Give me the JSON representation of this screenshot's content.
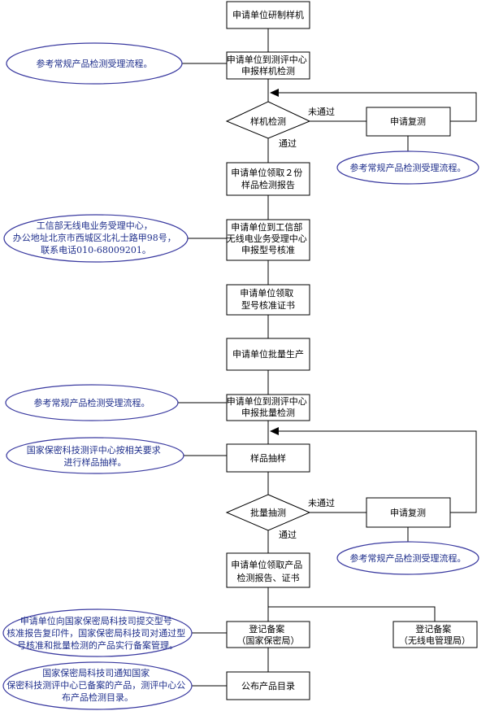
{
  "colors": {
    "box_stroke": "#000000",
    "box_fill": "#ffffff",
    "ellipse_stroke": "#3a3aa0",
    "note_text": "#1f2f8c",
    "connector": "#000000"
  },
  "boxes": {
    "develop_sample": [
      "申请单位研制样机"
    ],
    "apply_sample_test": [
      "申请单位到测评中心",
      "申报样机检测"
    ],
    "sample_test": [
      "样机检测"
    ],
    "retest_1": [
      "申请复测"
    ],
    "receive_reports": [
      "申请单位领取２份",
      "样品检测报告"
    ],
    "apply_type_approval": [
      "申请单位到工信部",
      "无线电业务受理中心",
      "申报型号核准"
    ],
    "receive_certificate": [
      "申请单位领取",
      "型号核准证书"
    ],
    "mass_production": [
      "申请单位批量生产"
    ],
    "apply_batch_test": [
      "申请单位到测评中心",
      "申报批量检测"
    ],
    "sampling": [
      "样品抽样"
    ],
    "batch_test": [
      "批量抽测"
    ],
    "retest_2": [
      "申请复测"
    ],
    "receive_product_report": [
      "申请单位领取产品",
      "检测报告、证书"
    ],
    "record_secrecy": [
      "登记备案",
      "（国家保密局）"
    ],
    "record_radio": [
      "登记备案",
      "（无线电管理局）"
    ],
    "publish_catalog": [
      "公布产品目录"
    ]
  },
  "notes": {
    "ref_1": [
      "参考常规产品检测受理流程。"
    ],
    "ref_retest_1": [
      "参考常规产品检测受理流程。"
    ],
    "miit_center": [
      "工信部无线电业务受理中心，",
      "办公地址北京市西城区北礼士路甲98号，",
      "联系电话010-68009201。"
    ],
    "ref_2": [
      "参考常规产品检测受理流程。"
    ],
    "sampling_note": [
      "国家保密科技测评中心按相关要求",
      "进行样品抽样。"
    ],
    "ref_retest_2": [
      "参考常规产品检测受理流程。"
    ],
    "secrecy_record_note": [
      "申请单位向国家保密局科技司提交型号",
      "核准报告复印件，国家保密局科技司对通过型",
      "号核准和批量检测的产品实行备案管理。"
    ],
    "publish_note": [
      "国家保密局科技司通知国家",
      "保密科技测评中心已备案的产品，测评中心公",
      "布产品检测目录。"
    ]
  },
  "edges": {
    "fail_1": "未通过",
    "pass_1": "通过",
    "fail_2": "未通过",
    "pass_2": "通过"
  }
}
